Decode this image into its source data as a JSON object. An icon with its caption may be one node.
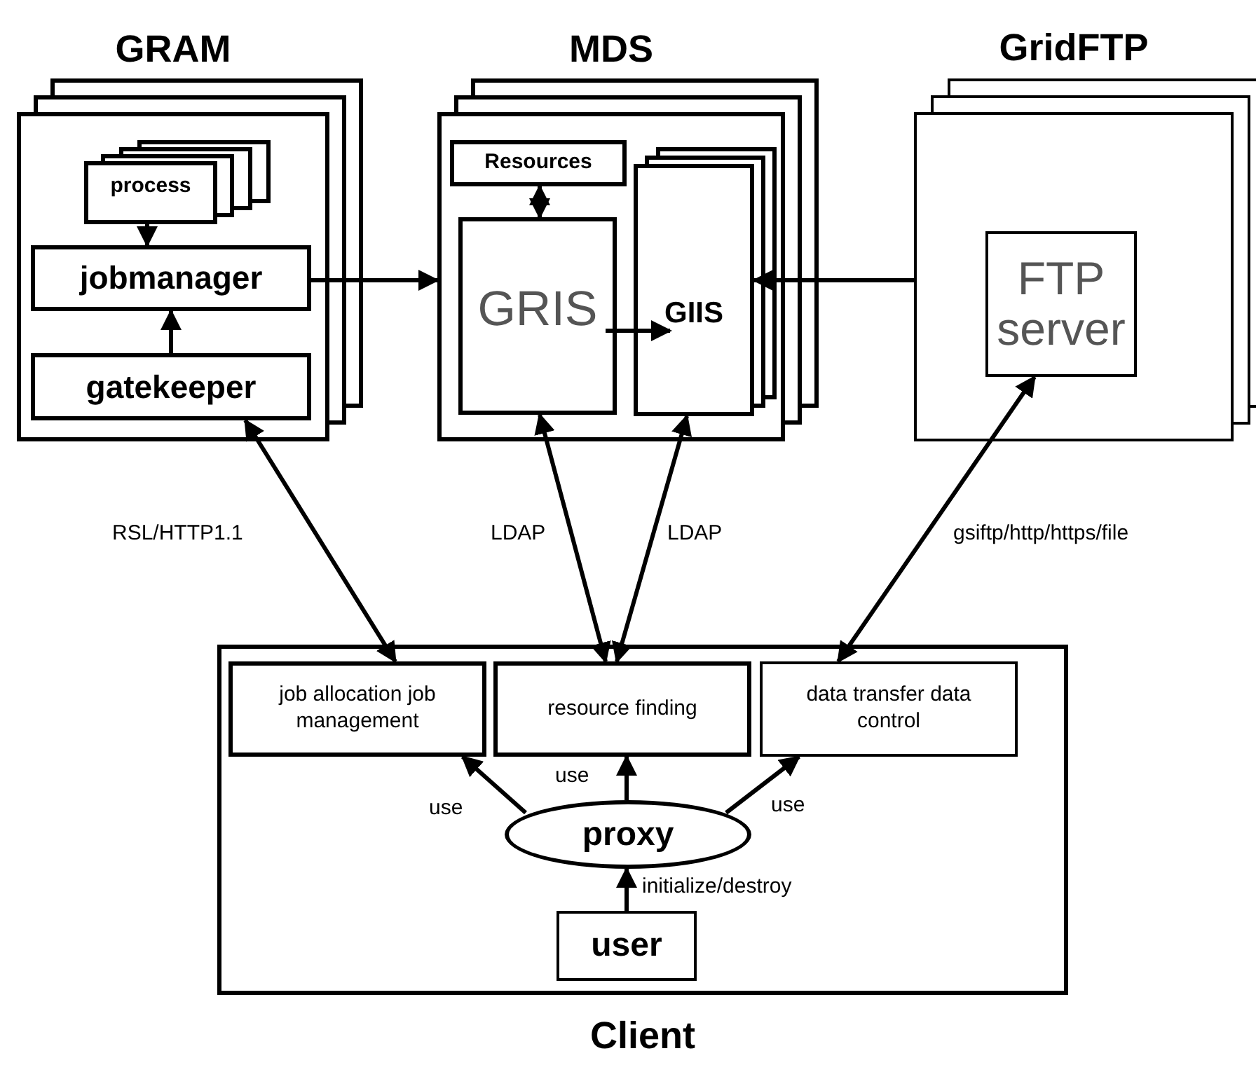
{
  "diagram": {
    "nodes": [
      {
        "text": [
          "GRAM"
        ]
      },
      {
        "text": [
          "process"
        ],
        "in": 0
      },
      {
        "text": [
          "jobmanager"
        ],
        "in": 0
      },
      {
        "text": [
          "gatekeeper"
        ],
        "in": 0
      },
      {
        "text": [
          "MDS"
        ]
      },
      {
        "text": [
          "Resources"
        ],
        "in": 4
      },
      {
        "text": [
          "GRIS"
        ],
        "in": 4
      },
      {
        "text": [
          "GIIS"
        ],
        "in": 4
      },
      {
        "text": [
          "GridFTP"
        ]
      },
      {
        "text": [
          "FTP server"
        ],
        "in": 8
      },
      {
        "text": [
          "Client"
        ]
      },
      {
        "text": [
          "job allocation job management"
        ],
        "in": 10
      },
      {
        "text": [
          "resource finding"
        ],
        "in": 10
      },
      {
        "text": [
          "data transfer data control"
        ],
        "in": 10
      },
      {
        "text": [
          "proxy"
        ],
        "in": 10
      },
      {
        "text": [
          "user"
        ],
        "in": 10
      }
    ],
    "edges": [
      {
        "from": 1,
        "to": 2,
        "arrow": "to"
      },
      {
        "from": 3,
        "to": 2,
        "arrow": "to"
      },
      {
        "from": 2,
        "to": 4,
        "arrow": "to"
      },
      {
        "from": 5,
        "to": 6,
        "arrow": "both"
      },
      {
        "from": 6,
        "to": 7,
        "arrow": "to"
      },
      {
        "from": 8,
        "to": 7,
        "arrow": "to"
      },
      {
        "from": 3,
        "to": 11,
        "arrow": "both",
        "label": "RSL/HTTP1.1"
      },
      {
        "from": 6,
        "to": 12,
        "arrow": "both",
        "label": "LDAP"
      },
      {
        "from": 7,
        "to": 12,
        "arrow": "both",
        "label": "LDAP"
      },
      {
        "from": 9,
        "to": 13,
        "arrow": "both",
        "label": "gsiftp/http/https/file"
      },
      {
        "from": 14,
        "to": 11,
        "arrow": "to",
        "label": "use"
      },
      {
        "from": 14,
        "to": 12,
        "arrow": "to",
        "label": "use"
      },
      {
        "from": 14,
        "to": 13,
        "arrow": "to",
        "label": "use"
      },
      {
        "from": 15,
        "to": 14,
        "arrow": "to",
        "label": "initialize/destroy"
      }
    ]
  }
}
